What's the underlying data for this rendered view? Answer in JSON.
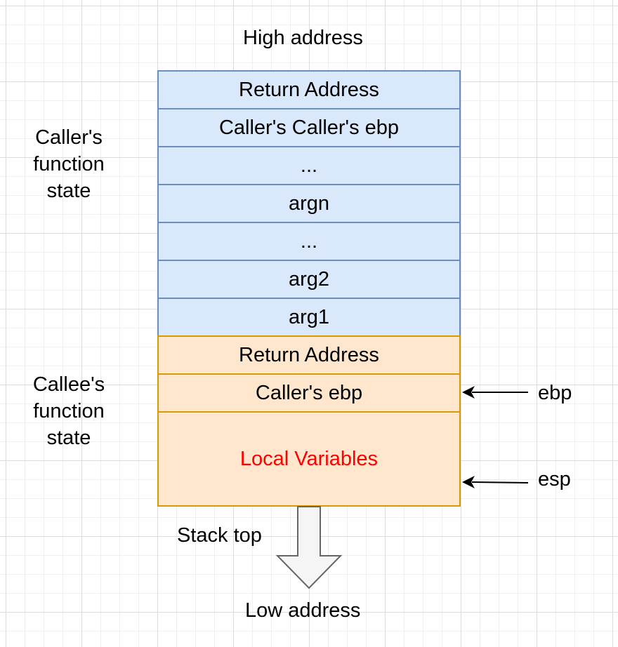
{
  "diagram": {
    "high_address": "High address",
    "low_address": "Low address",
    "stack_top": "Stack top",
    "caller_state": {
      "lines": [
        "Caller's",
        "function",
        "state"
      ]
    },
    "callee_state": {
      "lines": [
        "Callee's",
        "function",
        "state"
      ]
    },
    "caller_frame": [
      "Return Address",
      "Caller's Caller's ebp",
      "...",
      "argn",
      "...",
      "arg2",
      "arg1"
    ],
    "callee_frame": {
      "return_address": "Return Address",
      "saved_ebp": "Caller's ebp",
      "local_variables": "Local Variables"
    },
    "pointers": {
      "ebp": "ebp",
      "esp": "esp"
    },
    "colors": {
      "caller_fill": "#dae8fc",
      "caller_border": "#6c8ebf",
      "callee_fill": "#ffe6cc",
      "callee_border": "#d79b00",
      "local_variables_text": "#ff0000",
      "arrow_fill": "#f5f5f5",
      "arrow_stroke": "#666666"
    }
  }
}
